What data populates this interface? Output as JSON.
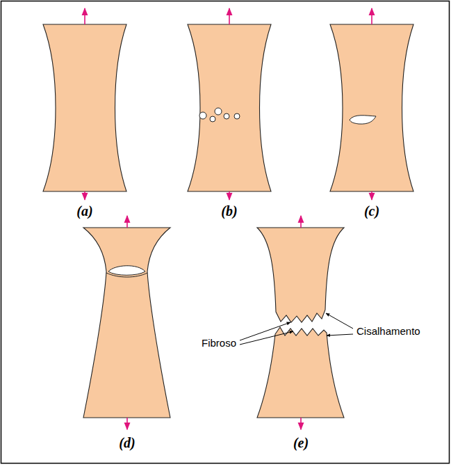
{
  "diagram": {
    "labels": [
      "(a)",
      "(b)",
      "(c)",
      "(d)",
      "(e)",
      "Fibroso",
      "Cisalhamento"
    ]
  }
}
